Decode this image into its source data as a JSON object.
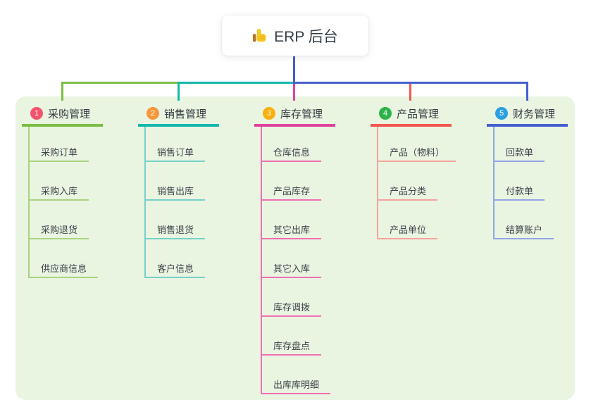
{
  "root": {
    "title": "ERP 后台",
    "icon": "thumbs-up-icon"
  },
  "connector_color": "#4a5cc8",
  "panel_color": "#e9f5e1",
  "branches": [
    {
      "badge": "1",
      "label": "采购管理",
      "color": "#7cbe44",
      "light_color": "#a9d37f",
      "badge_color": "#f2536d",
      "children": [
        "采购订单",
        "采购入库",
        "采购退货",
        "供应商信息"
      ]
    },
    {
      "badge": "2",
      "label": "销售管理",
      "color": "#14b8ae",
      "light_color": "#76d0c9",
      "badge_color": "#f8973b",
      "children": [
        "销售订单",
        "销售出库",
        "销售退货",
        "客户信息"
      ]
    },
    {
      "badge": "3",
      "label": "库存管理",
      "color": "#e0419e",
      "light_color": "#f06fb3",
      "badge_color": "#fbb00f",
      "children": [
        "仓库信息",
        "产品库存",
        "其它出库",
        "其它入库",
        "库存调拨",
        "库存盘点",
        "出库库明细"
      ]
    },
    {
      "badge": "4",
      "label": "产品管理",
      "color": "#f25750",
      "light_color": "#f6a29d",
      "badge_color": "#2eb34a",
      "children": [
        "产品（物料）",
        "产品分类",
        "产品单位"
      ]
    },
    {
      "badge": "5",
      "label": "财务管理",
      "color": "#4560cf",
      "light_color": "#93a5e6",
      "badge_color": "#2ba0e0",
      "children": [
        "回款单",
        "付款单",
        "结算账户"
      ]
    }
  ]
}
